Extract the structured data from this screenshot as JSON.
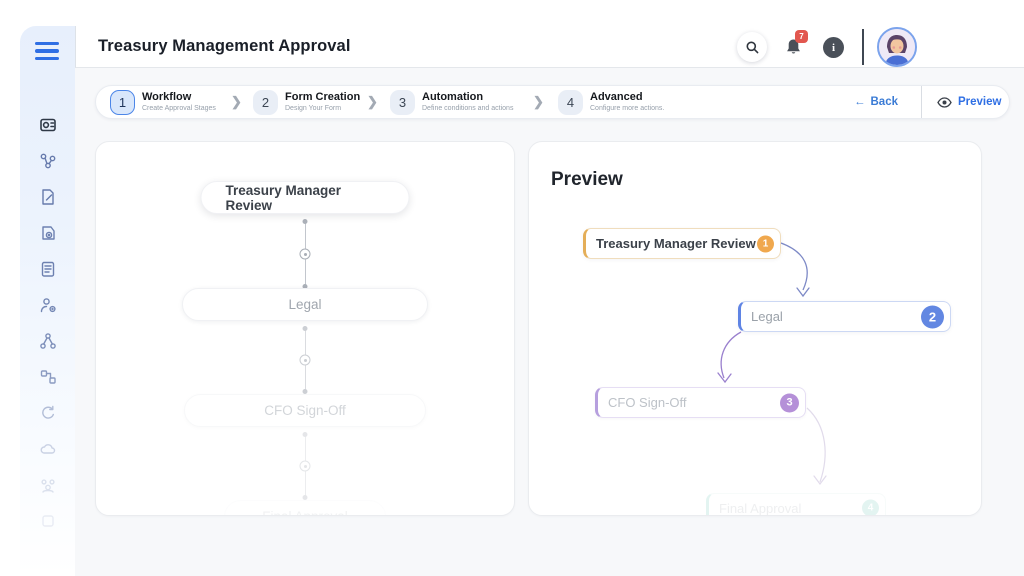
{
  "header": {
    "title": "Treasury Management Approval",
    "notification_count": "7",
    "info_glyph": "i"
  },
  "stepper": {
    "steps": [
      {
        "number": "1",
        "title": "Workflow",
        "subtitle": "Create Approval Stages"
      },
      {
        "number": "2",
        "title": "Form Creation",
        "subtitle": "Design Your Form"
      },
      {
        "number": "3",
        "title": "Automation",
        "subtitle": "Define conditions and actions"
      },
      {
        "number": "4",
        "title": "Advanced",
        "subtitle": "Configure more actions."
      }
    ],
    "back_label": "Back",
    "back_arrow": "←",
    "preview_label": "Preview"
  },
  "workflow_panel": {
    "stages": [
      "Treasury Manager Review",
      "Legal",
      "CFO Sign-Off",
      "Final Approval"
    ]
  },
  "preview_panel": {
    "heading": "Preview",
    "stages": [
      {
        "label": "Treasury Manager Review",
        "number": "1",
        "color": "#f0a84e",
        "accent": "#e4ae58"
      },
      {
        "label": "Legal",
        "number": "2",
        "color": "#6287e2",
        "accent": "#5f84e4"
      },
      {
        "label": "CFO Sign-Off",
        "number": "3",
        "color": "#a375cf",
        "accent": "#a488d6"
      },
      {
        "label": "Final Approval",
        "number": "4",
        "color": "#57c0ad",
        "accent": "#57c0ad"
      }
    ]
  },
  "sidebar": {
    "icons": [
      "dashboard",
      "workflow-nodes",
      "form-edit",
      "process-gear",
      "records-book",
      "user-settings",
      "hierarchy",
      "org-blocks",
      "history",
      "approvals-cloud",
      "team",
      "more"
    ]
  },
  "icons": {
    "menu": "hamburger",
    "search": "magnifier",
    "notifications": "bell",
    "info": "info-circle",
    "back": "arrow-left",
    "preview": "eye"
  },
  "colors": {
    "accent_blue": "#2f6fe4",
    "badge_red": "#e2574f",
    "active_step_border": "#4c86e8",
    "stage1": "#f0a84e",
    "stage2": "#6287e2",
    "stage3": "#a375cf",
    "stage4": "#57c0ad"
  }
}
